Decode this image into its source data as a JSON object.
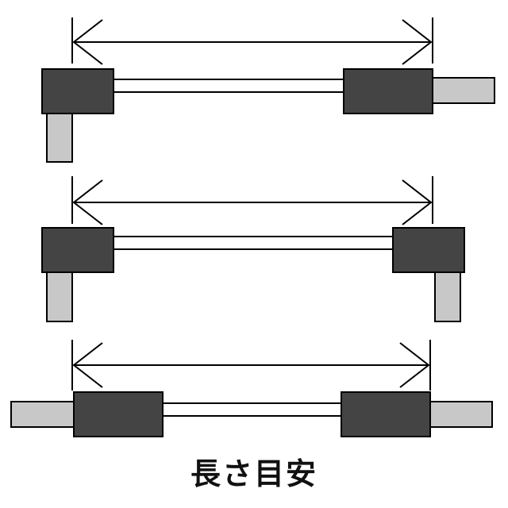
{
  "caption": "長さ目安",
  "colors": {
    "plug_body": "#444444",
    "plug_pin": "#c8c8c8",
    "cable": "#ffffff",
    "outline": "#000000",
    "background": "#ffffff"
  },
  "icons": [
    "angled-plug-icon",
    "straight-plug-icon",
    "double-arrow-icon"
  ],
  "variants": [
    {
      "left_plug": "angled",
      "right_plug": "straight"
    },
    {
      "left_plug": "angled",
      "right_plug": "angled"
    },
    {
      "left_plug": "straight",
      "right_plug": "straight"
    }
  ]
}
